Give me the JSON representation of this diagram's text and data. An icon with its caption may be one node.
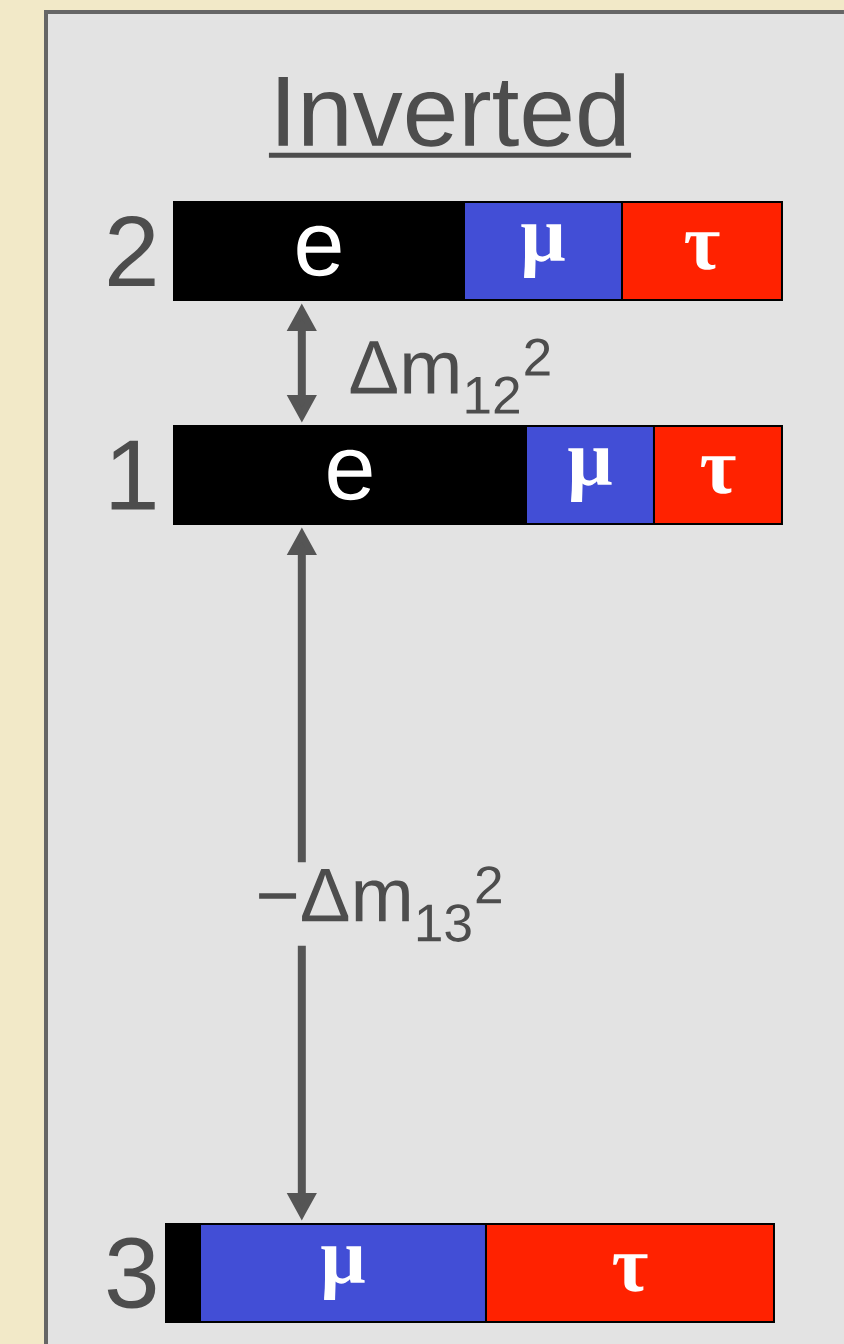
{
  "diagram": {
    "title": "Inverted",
    "nodes": [
      {
        "text": [
          "e"
        ],
        "beside": [
          "2"
        ]
      },
      {
        "text": [
          "μ"
        ]
      },
      {
        "text": [
          "τ"
        ]
      },
      {
        "text": [
          "e"
        ],
        "beside": [
          "1"
        ]
      },
      {
        "text": [
          "μ"
        ]
      },
      {
        "text": [
          "τ"
        ]
      },
      {
        "text": [],
        "shape": "bar",
        "beside": [
          "3"
        ]
      },
      {
        "text": [
          "μ"
        ]
      },
      {
        "text": [
          "τ"
        ]
      }
    ],
    "edges": [
      {
        "from": 0,
        "to": 3,
        "arrow": "both",
        "label": "Δm$_{12}$$^{2}$"
      },
      {
        "from": 3,
        "to": 7,
        "arrow": "both",
        "label": "−Δm$_{13}$$^{2}$"
      }
    ]
  }
}
